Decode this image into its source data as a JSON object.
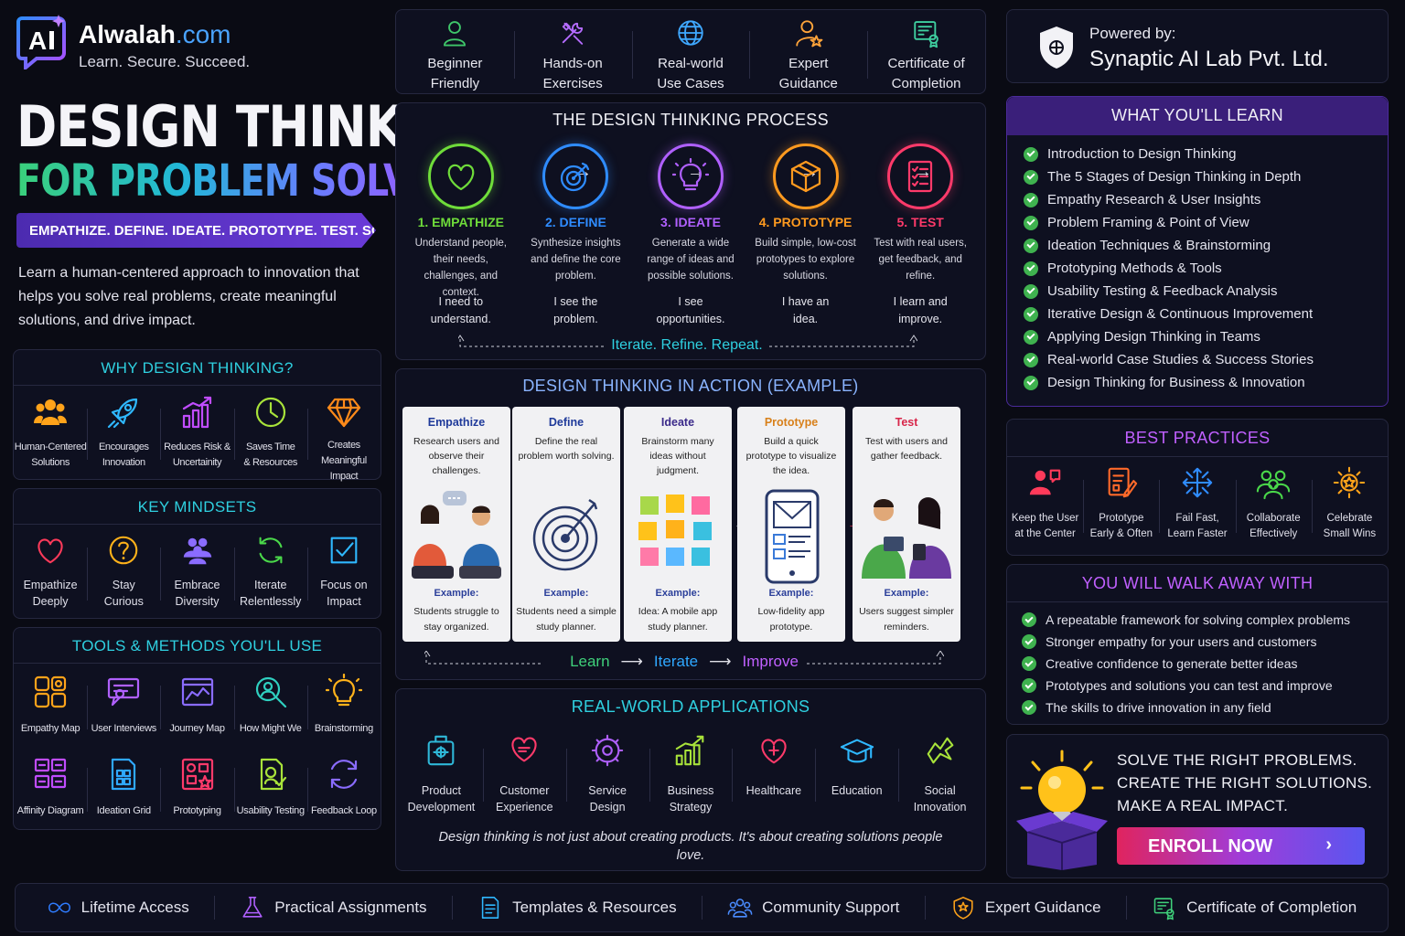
{
  "brand": {
    "name": "Alwalah",
    "domain": ".com",
    "tagline": "Learn. Secure. Succeed."
  },
  "title": {
    "line1": "DESIGN THINKING",
    "line2": "FOR PROBLEM SOLVING"
  },
  "ribbon": "EMPATHIZE. DEFINE. IDEATE. PROTOTYPE. TEST. SOLVE.",
  "intro": "Learn a human-centered approach to innovation that helps you solve real problems, create meaningful solutions, and drive impact.",
  "features": [
    {
      "icon": "user-icon",
      "label": "Beginner\nFriendly",
      "color": "#3fc76a"
    },
    {
      "icon": "tools-icon",
      "label": "Hands-on\nExercises",
      "color": "#b56cff"
    },
    {
      "icon": "globe-icon",
      "label": "Real-world\nUse Cases",
      "color": "#3fa8ff"
    },
    {
      "icon": "expert-icon",
      "label": "Expert\nGuidance",
      "color": "#ffa43a"
    },
    {
      "icon": "certificate-icon",
      "label": "Certificate of\nCompletion",
      "color": "#3fd0a0"
    }
  ],
  "powered": {
    "label": "Powered by:",
    "company": "Synaptic AI Lab Pvt. Ltd."
  },
  "process": {
    "title": "THE DESIGN THINKING PROCESS",
    "steps": [
      {
        "title": "1. EMPATHIZE",
        "desc": "Understand people, their needs, challenges, and context.",
        "quote": "I need to understand.",
        "color": "#6fdc3a",
        "icon": "heart-icon"
      },
      {
        "title": "2. DEFINE",
        "desc": "Synthesize insights and define the core problem.",
        "quote": "I see the problem.",
        "color": "#2f8cff",
        "icon": "target-icon"
      },
      {
        "title": "3. IDEATE",
        "desc": "Generate a wide range of ideas and possible solutions.",
        "quote": "I see opportunities.",
        "color": "#b060ff",
        "icon": "bulb-icon"
      },
      {
        "title": "4. PROTOTYPE",
        "desc": "Build simple, low-cost prototypes to explore solutions.",
        "quote": "I have an idea.",
        "color": "#ff9a1f",
        "icon": "cube-icon"
      },
      {
        "title": "5. TEST",
        "desc": "Test with real users, get feedback, and refine.",
        "quote": "I learn and improve.",
        "color": "#ff3a6a",
        "icon": "checklist-icon"
      }
    ],
    "loop": "Iterate. Refine. Repeat."
  },
  "example": {
    "title": "DESIGN THINKING IN ACTION (EXAMPLE)",
    "cards": [
      {
        "title": "Empathize",
        "desc": "Research users and observe their challenges.",
        "ex": "Example:",
        "ed": "Students struggle to stay organized.",
        "color": "#1f3a9a"
      },
      {
        "title": "Define",
        "desc": "Define the real problem worth solving.",
        "ex": "Example:",
        "ed": "Students need a simple study planner.",
        "color": "#1f3a9a"
      },
      {
        "title": "Ideate",
        "desc": "Brainstorm many ideas without judgment.",
        "ex": "Example:",
        "ed": "Idea: A mobile app study planner.",
        "color": "#3b2a8a"
      },
      {
        "title": "Prototype",
        "desc": "Build a quick prototype to visualize the idea.",
        "ex": "Example:",
        "ed": "Low-fidelity app prototype.",
        "color": "#d8801a"
      },
      {
        "title": "Test",
        "desc": "Test with users and gather feedback.",
        "ex": "Example:",
        "ed": "Users suggest simpler reminders.",
        "color": "#d8264a"
      }
    ],
    "loop": {
      "learn": "Learn",
      "iterate": "Iterate",
      "improve": "Improve",
      "arrow": "⟶"
    }
  },
  "why": {
    "title": "WHY DESIGN THINKING?",
    "items": [
      {
        "icon": "team-icon",
        "label": "Human-Centered\nSolutions",
        "color": "#ffa31a"
      },
      {
        "icon": "rocket-icon",
        "label": "Encourages\nInnovation",
        "color": "#2fb8ff"
      },
      {
        "icon": "growth-chart-icon",
        "label": "Reduces Risk &\nUncertainity",
        "color": "#c04cff"
      },
      {
        "icon": "clock-icon",
        "label": "Saves Time\n& Resources",
        "color": "#a8e23a"
      },
      {
        "icon": "diamond-icon",
        "label": "Creates Meaningful\nImpact",
        "color": "#ff8a1a"
      }
    ]
  },
  "mindsets": {
    "title": "KEY MINDSETS",
    "items": [
      {
        "icon": "heart-icon",
        "label": "Empathize\nDeeply",
        "color": "#ff3a5a"
      },
      {
        "icon": "question-icon",
        "label": "Stay\nCurious",
        "color": "#ffb21a"
      },
      {
        "icon": "diversity-icon",
        "label": "Embrace\nDiversity",
        "color": "#8a6cff"
      },
      {
        "icon": "refresh-icon",
        "label": "Iterate\nRelentlessly",
        "color": "#4ad84a"
      },
      {
        "icon": "check-square-icon",
        "label": "Focus on\nImpact",
        "color": "#2fb8ff"
      }
    ]
  },
  "tools": {
    "title": "TOOLS & METHODS YOU'LL USE",
    "row1": [
      {
        "icon": "empathy-map-icon",
        "label": "Empathy Map",
        "color": "#ffa31a"
      },
      {
        "icon": "interviews-icon",
        "label": "User Interviews",
        "color": "#b060ff"
      },
      {
        "icon": "journey-map-icon",
        "label": "Journey Map",
        "color": "#8a6cff"
      },
      {
        "icon": "search-person-icon",
        "label": "How Might We",
        "color": "#2fd0c0"
      },
      {
        "icon": "bulb-icon",
        "label": "Brainstorming",
        "color": "#ffb21a"
      }
    ],
    "row2": [
      {
        "icon": "affinity-icon",
        "label": "Affinity Diagram",
        "color": "#c04cff"
      },
      {
        "icon": "grid-icon",
        "label": "Ideation Grid",
        "color": "#2fa8ff"
      },
      {
        "icon": "prototype-icon",
        "label": "Prototyping",
        "color": "#ff3a6a"
      },
      {
        "icon": "usability-icon",
        "label": "Usability Testing",
        "color": "#a8e23a"
      },
      {
        "icon": "loop-icon",
        "label": "Feedback Loop",
        "color": "#8a6cff"
      }
    ]
  },
  "applications": {
    "title": "REAL-WORLD APPLICATIONS",
    "items": [
      {
        "icon": "product-icon",
        "label": "Product\nDevelopment",
        "color": "#2fb8d8"
      },
      {
        "icon": "chat-heart-icon",
        "label": "Customer\nExperience",
        "color": "#ff3a6a"
      },
      {
        "icon": "service-icon",
        "label": "Service\nDesign",
        "color": "#b060ff"
      },
      {
        "icon": "strategy-icon",
        "label": "Business\nStrategy",
        "color": "#a8e23a"
      },
      {
        "icon": "healthcare-icon",
        "label": "Healthcare",
        "color": "#ff3a6a"
      },
      {
        "icon": "graduation-icon",
        "label": "Education",
        "color": "#2fb8ff"
      },
      {
        "icon": "social-icon",
        "label": "Social\nInnovation",
        "color": "#a8e23a"
      }
    ],
    "quote": "Design thinking is not just about creating products. It's about creating solutions people love."
  },
  "learn": {
    "title": "WHAT YOU'LL LEARN",
    "items": [
      "Introduction to Design Thinking",
      "The 5 Stages of Design Thinking in Depth",
      "Empathy Research & User Insights",
      "Problem Framing & Point of View",
      "Ideation Techniques & Brainstorming",
      "Prototyping Methods & Tools",
      "Usability Testing & Feedback Analysis",
      "Iterative Design & Continuous Improvement",
      "Applying Design Thinking in Teams",
      "Real-world Case Studies & Success Stories",
      "Design Thinking for Business & Innovation"
    ]
  },
  "practices": {
    "title": "BEST PRACTICES",
    "items": [
      {
        "icon": "user-center-icon",
        "label": "Keep the User\nat the Center",
        "color": "#ff3a5a"
      },
      {
        "icon": "prototype-edit-icon",
        "label": "Prototype\nEarly & Often",
        "color": "#ff6a2a"
      },
      {
        "icon": "arrows-icon",
        "label": "Fail Fast,\nLearn Faster",
        "color": "#2f8cff"
      },
      {
        "icon": "collaborate-icon",
        "label": "Collaborate\nEffectively",
        "color": "#4ad84a"
      },
      {
        "icon": "celebrate-icon",
        "label": "Celebrate\nSmall Wins",
        "color": "#ffa31a"
      }
    ]
  },
  "walkaway": {
    "title": "YOU WILL WALK AWAY WITH",
    "items": [
      "A repeatable framework for solving complex problems",
      "Stronger empathy for your users and customers",
      "Creative confidence to generate better ideas",
      "Prototypes and solutions you can test and improve",
      "The skills to drive innovation in any field"
    ]
  },
  "cta": {
    "lines": [
      "SOLVE THE RIGHT PROBLEMS.",
      "CREATE THE RIGHT SOLUTIONS.",
      "MAKE A REAL IMPACT."
    ],
    "button": "ENROLL NOW",
    "chevron": "›"
  },
  "bottom": [
    {
      "icon": "infinity-icon",
      "label": "Lifetime Access",
      "color": "#2f7cff"
    },
    {
      "icon": "flask-icon",
      "label": "Practical Assignments",
      "color": "#b060ff"
    },
    {
      "icon": "document-icon",
      "label": "Templates & Resources",
      "color": "#2fb8ff"
    },
    {
      "icon": "community-icon",
      "label": "Community Support",
      "color": "#4a8cff"
    },
    {
      "icon": "badge-icon",
      "label": "Expert Guidance",
      "color": "#ffa31a"
    },
    {
      "icon": "certificate-icon",
      "label": "Certificate of Completion",
      "color": "#3fd07a"
    }
  ]
}
